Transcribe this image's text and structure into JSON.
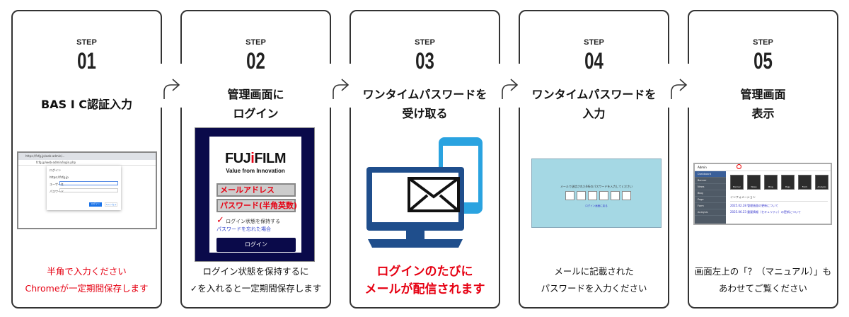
{
  "step_label": "STEP",
  "steps": [
    {
      "num": "01",
      "title": [
        "BAS I C認証入力"
      ],
      "note": [
        "半角で入力ください",
        "Chromeが一定期間保存します"
      ],
      "shot": {
        "tab": "https://fcfg.jp/web-admin/...",
        "url": "fcfg.jp/web-admin/login.php",
        "dialog_title": "ログイン",
        "dialog_host": "https://fcfg.jp",
        "user_label": "ユーザー名",
        "pass_label": "パスワード",
        "login": "ログイン",
        "cancel": "キャンセル"
      }
    },
    {
      "num": "02",
      "title": [
        "管理画面に",
        "ログイン"
      ],
      "note": [
        "ログイン状態を保持するに",
        "✓を入れると一定期間保存します"
      ],
      "shot": {
        "logo_a": "FUJ",
        "logo_i": "i",
        "logo_b": "FILM",
        "tagline": "Value from Innovation",
        "email": "メールアドレス",
        "password": "パスワード(半角英数)",
        "remember": "ログイン状態を保持する",
        "forgot": "パスワードを忘れた場合",
        "login": "ログイン"
      }
    },
    {
      "num": "03",
      "title": [
        "ワンタイムパスワードを",
        "受け取る"
      ],
      "note": [
        "ログインのたびに",
        "メールが配信されます"
      ]
    },
    {
      "num": "04",
      "title": [
        "ワンタイムパスワードを",
        "入力"
      ],
      "note": [
        "メールに記載された",
        "パスワードを入力ください"
      ],
      "shot": {
        "message": "メールで送信された6桁のパスワードを入力してください",
        "back": "ログイン画面に戻る"
      }
    },
    {
      "num": "05",
      "title": [
        "管理画面",
        "表示"
      ],
      "note": [
        "画面左上の「？（マニュアル）」も",
        "あわせてご覧ください"
      ],
      "shot": {
        "app": "Admin",
        "menu": [
          "Dashboard",
          "Banner",
          "News",
          "Blog",
          "Page",
          "Form",
          "Analysis"
        ],
        "tiles": [
          "Banner",
          "News",
          "Blog",
          "Page",
          "Form",
          "Analysis"
        ],
        "info_title": "インフォメーション",
        "info_items": [
          "2025.02.28 管理画面の更新について",
          "2025.06.23 重要情報（セキュリティ）の更新について"
        ]
      }
    }
  ],
  "colors": {
    "red": "#e60012",
    "navy": "#0a0a4a",
    "monitor": "#1f4e8c",
    "phone": "#2aa3e0"
  }
}
